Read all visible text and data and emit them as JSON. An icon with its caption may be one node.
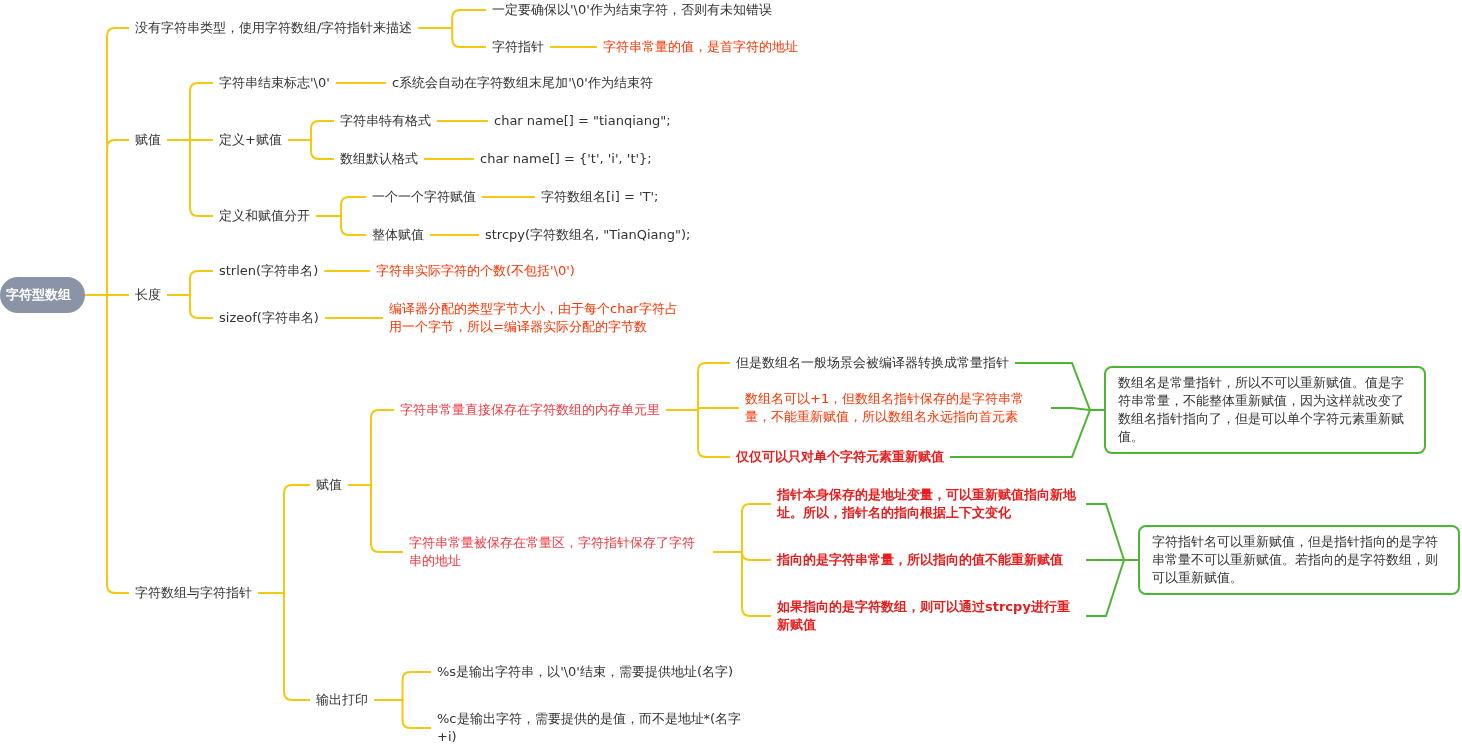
{
  "diagram": {
    "nodes": [
      {
        "text": [
          "字符型数组"
        ]
      },
      {
        "text": [
          "没有字符串类型，使用字符数组/字符指针来描述"
        ]
      },
      {
        "text": [
          "一定要确保以'\\0'作为结束字符，否则有未知错误"
        ]
      },
      {
        "text": [
          "字符指针"
        ]
      },
      {
        "text": [
          "字符串常量的值，是首字符的地址"
        ]
      },
      {
        "text": [
          "赋值"
        ]
      },
      {
        "text": [
          "字符串结束标志'\\0'"
        ]
      },
      {
        "text": [
          "c系统会自动在字符数组末尾加'\\0'作为结束符"
        ]
      },
      {
        "text": [
          "定义+赋值"
        ]
      },
      {
        "text": [
          "字符串特有格式"
        ]
      },
      {
        "text": [
          "char name[] = \"tianqiang\";"
        ]
      },
      {
        "text": [
          "数组默认格式"
        ]
      },
      {
        "text": [
          "char name[] = {'t', 'i', 't'};"
        ]
      },
      {
        "text": [
          "定义和赋值分开"
        ]
      },
      {
        "text": [
          "一个一个字符赋值"
        ]
      },
      {
        "text": [
          "字符数组名[i] = 'T';"
        ]
      },
      {
        "text": [
          "整体赋值"
        ]
      },
      {
        "text": [
          "strcpy(字符数组名, \"TianQiang\");"
        ]
      },
      {
        "text": [
          "长度"
        ]
      },
      {
        "text": [
          "strlen(字符串名)"
        ]
      },
      {
        "text": [
          "字符串实际字符的个数(不包括'\\0')"
        ]
      },
      {
        "text": [
          "sizeof(字符串名)"
        ]
      },
      {
        "text": [
          "编译器分配的类型字节大小，由于每个char字符占用一个字节，所以=编译器实际分配的字节数"
        ]
      },
      {
        "text": [
          "字符数组与字符指针"
        ]
      },
      {
        "text": [
          "赋值"
        ]
      },
      {
        "text": [
          "字符串常量直接保存在字符数组的内存单元里"
        ]
      },
      {
        "text": [
          "但是数组名一般场景会被编译器转换成常量指针"
        ]
      },
      {
        "text": [
          "数组名可以+1，但数组名指针保存的是字符串常量，不能重新赋值，所以数组名永远指向首元素"
        ]
      },
      {
        "text": [
          "仅仅可以只对单个字符元素重新赋值"
        ]
      },
      {
        "text": [
          "数组名是常量指针，所以不可以重新赋值。值是字符串常量，不能整体重新赋值，因为这样就改变了数组名指针指向了，但是可以单个字符元素重新赋值。"
        ]
      },
      {
        "text": [
          "字符串常量被保存在常量区，字符指针保存了字符串的地址"
        ]
      },
      {
        "text": [
          "指针本身保存的是地址变量，可以重新赋值指向新地址。所以，指针名的指向根据上下文变化"
        ]
      },
      {
        "text": [
          "指向的是字符串常量，所以指向的值不能重新赋值"
        ]
      },
      {
        "text": [
          "如果指向的是字符数组，则可以通过strcpy进行重新赋值"
        ]
      },
      {
        "text": [
          "字符指针名可以重新赋值，但是指针指向的是字符串常量不可以重新赋值。若指向的是字符数组，则可以重新赋值。"
        ]
      },
      {
        "text": [
          "输出打印"
        ]
      },
      {
        "text": [
          "%s是输出字符串，以'\\0'结束，需要提供地址(名字)"
        ]
      },
      {
        "text": [
          "%c是输出字符，需要提供的是值，而不是地址*(名字+i)"
        ]
      }
    ],
    "edges": [
      {
        "from": 0,
        "to": 1,
        "arrow": "none"
      },
      {
        "from": 1,
        "to": 2,
        "arrow": "none"
      },
      {
        "from": 1,
        "to": 3,
        "arrow": "none"
      },
      {
        "from": 3,
        "to": 4,
        "arrow": "none"
      },
      {
        "from": 0,
        "to": 5,
        "arrow": "none"
      },
      {
        "from": 5,
        "to": 6,
        "arrow": "none"
      },
      {
        "from": 6,
        "to": 7,
        "arrow": "none"
      },
      {
        "from": 5,
        "to": 8,
        "arrow": "none"
      },
      {
        "from": 8,
        "to": 9,
        "arrow": "none"
      },
      {
        "from": 9,
        "to": 10,
        "arrow": "none"
      },
      {
        "from": 8,
        "to": 11,
        "arrow": "none"
      },
      {
        "from": 11,
        "to": 12,
        "arrow": "none"
      },
      {
        "from": 5,
        "to": 13,
        "arrow": "none"
      },
      {
        "from": 13,
        "to": 14,
        "arrow": "none"
      },
      {
        "from": 14,
        "to": 15,
        "arrow": "none"
      },
      {
        "from": 13,
        "to": 16,
        "arrow": "none"
      },
      {
        "from": 16,
        "to": 17,
        "arrow": "none"
      },
      {
        "from": 0,
        "to": 18,
        "arrow": "none"
      },
      {
        "from": 18,
        "to": 19,
        "arrow": "none"
      },
      {
        "from": 19,
        "to": 20,
        "arrow": "none"
      },
      {
        "from": 18,
        "to": 21,
        "arrow": "none"
      },
      {
        "from": 21,
        "to": 22,
        "arrow": "none"
      },
      {
        "from": 0,
        "to": 23,
        "arrow": "none"
      },
      {
        "from": 23,
        "to": 24,
        "arrow": "none"
      },
      {
        "from": 24,
        "to": 25,
        "arrow": "none"
      },
      {
        "from": 25,
        "to": 26,
        "arrow": "none"
      },
      {
        "from": 25,
        "to": 27,
        "arrow": "none"
      },
      {
        "from": 25,
        "to": 28,
        "arrow": "none"
      },
      {
        "from": 26,
        "to": 29,
        "arrow": "none",
        "color": "#4cb634"
      },
      {
        "from": 27,
        "to": 29,
        "arrow": "none",
        "color": "#4cb634"
      },
      {
        "from": 28,
        "to": 29,
        "arrow": "none",
        "color": "#4cb634"
      },
      {
        "from": 24,
        "to": 30,
        "arrow": "none"
      },
      {
        "from": 30,
        "to": 31,
        "arrow": "none"
      },
      {
        "from": 30,
        "to": 32,
        "arrow": "none"
      },
      {
        "from": 30,
        "to": 33,
        "arrow": "none"
      },
      {
        "from": 31,
        "to": 34,
        "arrow": "none",
        "color": "#4cb634"
      },
      {
        "from": 32,
        "to": 34,
        "arrow": "none",
        "color": "#4cb634"
      },
      {
        "from": 33,
        "to": 34,
        "arrow": "none",
        "color": "#4cb634"
      },
      {
        "from": 23,
        "to": 35,
        "arrow": "none"
      },
      {
        "from": 35,
        "to": 36,
        "arrow": "none"
      },
      {
        "from": 35,
        "to": 37,
        "arrow": "none"
      }
    ]
  }
}
